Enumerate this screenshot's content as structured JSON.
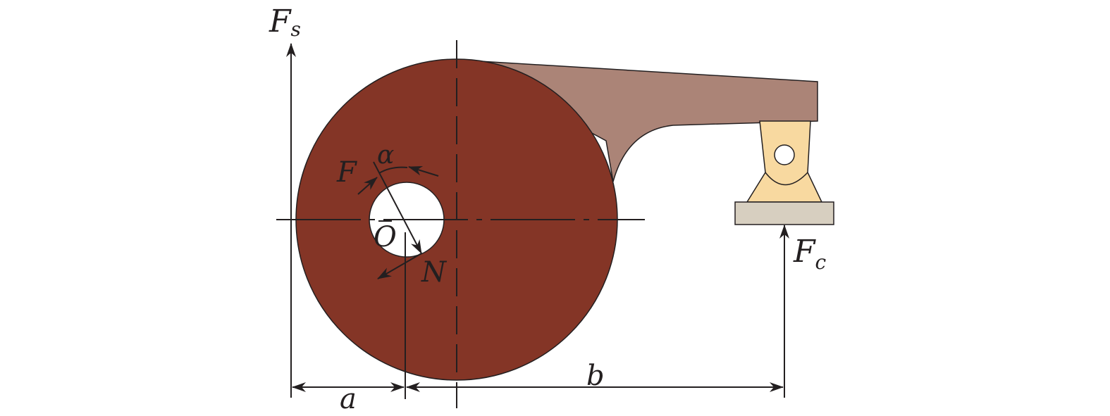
{
  "labels": {
    "fs_main": "F",
    "fs_sub": "s",
    "fc_main": "F",
    "fc_sub": "c",
    "friction": "F",
    "angle": "α",
    "center": "O",
    "normal": "N",
    "dim_a": "a",
    "dim_b": "b"
  },
  "colors": {
    "disc": "#843526",
    "arm": "#ab8477",
    "bracket": "#f8d9a0",
    "base": "#d7cfc0",
    "line": "#231f20"
  }
}
